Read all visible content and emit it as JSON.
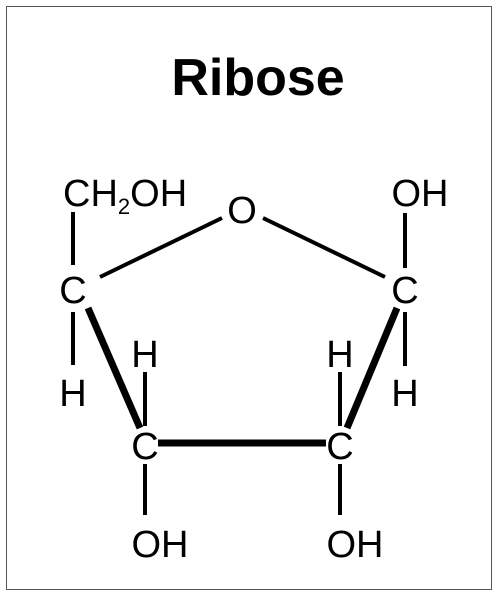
{
  "title": "Ribose",
  "atoms": {
    "ring_oxygen": "O",
    "c1": "C",
    "c2": "C",
    "c3": "C",
    "c4": "C",
    "ch2oh_prefix": "CH",
    "ch2oh_sub": "2",
    "ch2oh_suffix": "OH",
    "c1_oh": "OH",
    "c1_h": "H",
    "c2_h": "H",
    "c2_oh": "OH",
    "c3_h": "H",
    "c3_oh": "OH",
    "c4_h": "H"
  }
}
